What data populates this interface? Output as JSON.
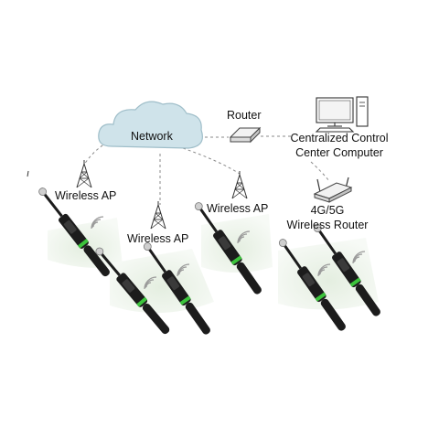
{
  "labels": {
    "network": "Network",
    "router": "Router",
    "control_line1": "Centralized Control",
    "control_line2": "Center Computer",
    "ap1": "Wireless AP",
    "ap2": "Wireless AP",
    "ap3": "Wireless AP",
    "wr_line1": "4G/5G",
    "wr_line2": "Wireless Router"
  },
  "colors": {
    "cloud_fill": "#cfe3ea",
    "cloud_stroke": "#9fbec9",
    "zone_fill": "#e3ede0",
    "device_body": "#1c1c1c",
    "device_accent": "#3cc43c",
    "line": "#8a8a8a"
  },
  "icons": {
    "network": "cloud-icon",
    "router": "router-icon",
    "computer": "desktop-computer-icon",
    "wireless_router": "wireless-router-icon",
    "access_point": "antenna-tower-icon",
    "device": "handheld-radio-device-icon"
  }
}
